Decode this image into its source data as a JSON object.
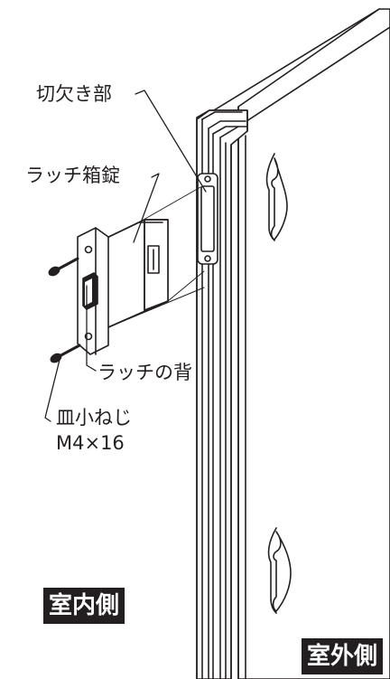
{
  "labels": {
    "cutout": "切欠き部",
    "latch_box": "ラッチ箱錠",
    "latch_back": "ラッチの背",
    "screw_name": "皿小ねじ",
    "screw_size": "M4×16"
  },
  "sides": {
    "indoor": "室内側",
    "outdoor": "室外側"
  },
  "colors": {
    "line": "#231f20",
    "badge_bg": "#231f20",
    "badge_text": "#ffffff",
    "background": "#ffffff"
  }
}
